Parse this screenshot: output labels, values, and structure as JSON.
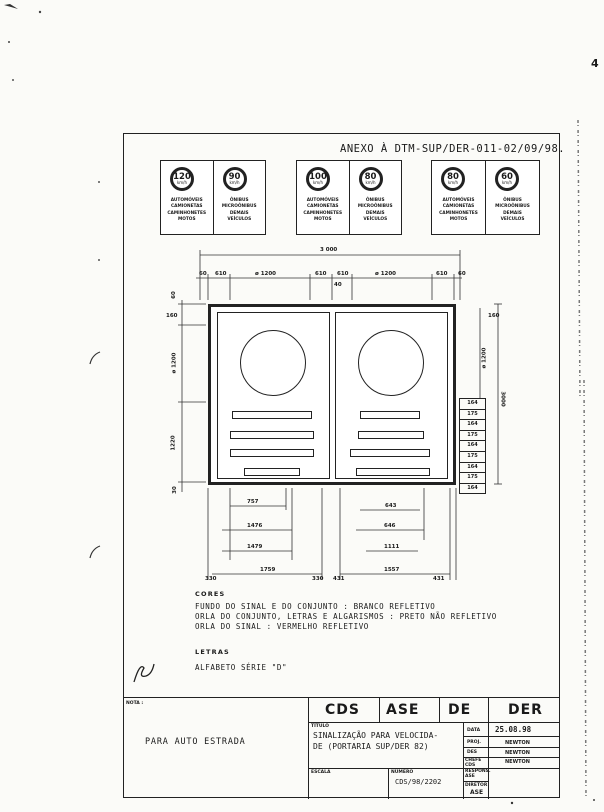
{
  "page_number": "4",
  "annex": "ANEXO À DTM-SUP/DER-011-02/09/98.",
  "boards": [
    {
      "panels": [
        {
          "speed": "120",
          "unit": "km/h",
          "lines": [
            "AUTOMÓVEIS",
            "CAMIONETAS",
            "CAMINHONETES",
            "MOTOS"
          ]
        },
        {
          "speed": "90",
          "unit": "km/h",
          "lines": [
            "ÔNIBUS",
            "MICROÔNIBUS",
            "DEMAIS",
            "VEÍCULOS"
          ]
        }
      ]
    },
    {
      "panels": [
        {
          "speed": "100",
          "unit": "km/h",
          "lines": [
            "AUTOMÓVEIS",
            "CAMIONETAS",
            "CAMINHONETES",
            "MOTOS"
          ]
        },
        {
          "speed": "80",
          "unit": "km/h",
          "lines": [
            "ÔNIBUS",
            "MICROÔNIBUS",
            "DEMAIS",
            "VEÍCULOS"
          ]
        }
      ]
    },
    {
      "panels": [
        {
          "speed": "80",
          "unit": "km/h",
          "lines": [
            "AUTOMÓVEIS",
            "CAMIONETAS",
            "CAMINHONETES",
            "MOTOS"
          ]
        },
        {
          "speed": "60",
          "unit": "km/h",
          "lines": [
            "ÔNIBUS",
            "MICROÔNIBUS",
            "DEMAIS",
            "VEÍCULOS"
          ]
        }
      ]
    }
  ],
  "dims": {
    "total_width": "3 000",
    "top_row": [
      "60",
      "610",
      "ø 1200",
      "610",
      "610",
      "ø 1200",
      "610",
      "60"
    ],
    "gap": "40",
    "left_col": [
      "60",
      "160",
      "ø 1200",
      "1220",
      "30"
    ],
    "right_top": "160",
    "right_dia": "ø 1200",
    "total_height": "3000",
    "stack": [
      "164",
      "175",
      "164",
      "175",
      "164",
      "175",
      "164",
      "175",
      "164"
    ],
    "bottom_left": [
      "757",
      "1476",
      "1479",
      "1759"
    ],
    "bottom_right": [
      "643",
      "646",
      "1111",
      "1557"
    ],
    "edge": [
      "330",
      "330",
      "431",
      "431"
    ]
  },
  "notes": {
    "cores_title": "CORES",
    "cores": [
      "FUNDO DO SINAL E DO CONJUNTO : BRANCO REFLETIVO",
      "ORLA DO CONJUNTO, LETRAS E ALGARISMOS : PRETO NÃO REFLETIVO",
      "ORLA DO SINAL : VERMELHO REFLETIVO"
    ],
    "letras_title": "LETRAS",
    "letras": "ALFABETO SÉRIE \"D\""
  },
  "title_block": {
    "nota_label": "NOTA :",
    "nota_text": "PARA AUTO ESTRADA",
    "org": [
      "CDS",
      "ASE",
      "DE",
      "DER"
    ],
    "titulo_label": "TÍTULO",
    "titulo": [
      "SINALIZAÇÃO PARA VELOCIDA-",
      "DE (PORTARIA SUP/DER 82)"
    ],
    "data_label": "DATA",
    "data": "25.08.98",
    "proj_label": "PROJ.",
    "proj": "NEWTON",
    "des_label": "DES",
    "des": "NEWTON",
    "chefe_label": "CHEFE CDS",
    "chefe": "NEWTON",
    "escala_label": "ESCALA",
    "numero_label": "NÚMERO",
    "numero": "CDS/98/2202",
    "respons_label": "RESPONS. ASE",
    "diretor_label": "DIRETOR",
    "diretor": "ASE"
  }
}
